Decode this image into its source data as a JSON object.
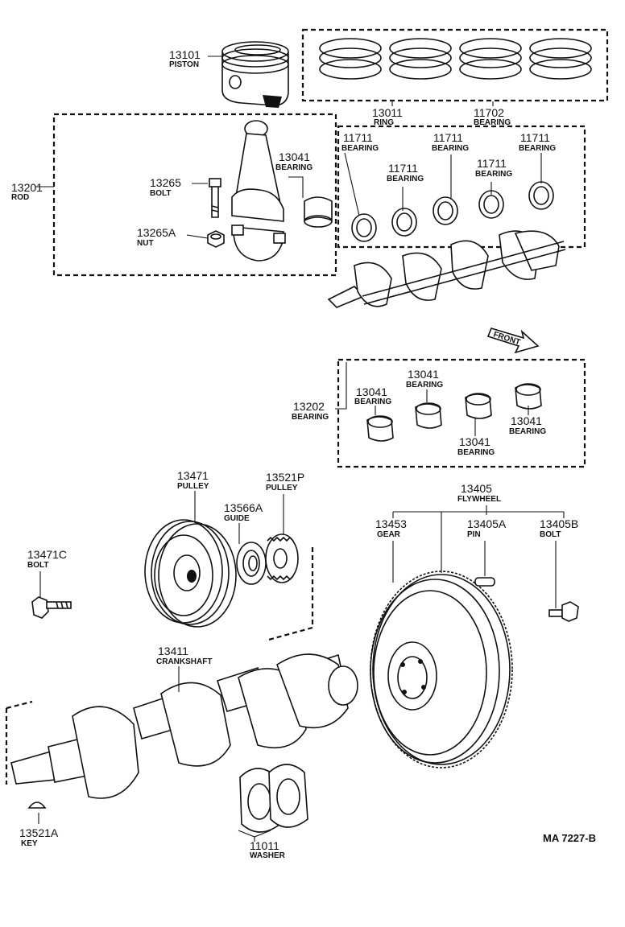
{
  "callouts": {
    "piston": {
      "number": "13101",
      "name": "PISTON"
    },
    "ring": {
      "number": "13011",
      "name": "RING"
    },
    "bearing_set": {
      "number": "11702",
      "name": "BEARING"
    },
    "rod": {
      "number": "13201",
      "name": "ROD"
    },
    "rod_bolt": {
      "number": "13265",
      "name": "BOLT"
    },
    "rod_nut": {
      "number": "13265A",
      "name": "NUT"
    },
    "rod_bearing": {
      "number": "13041",
      "name": "BEARING"
    },
    "main_b1": {
      "number": "11711",
      "name": "BEARING"
    },
    "main_b2": {
      "number": "11711",
      "name": "BEARING"
    },
    "main_b3": {
      "number": "11711",
      "name": "BEARING"
    },
    "main_b4": {
      "number": "11711",
      "name": "BEARING"
    },
    "main_b5": {
      "number": "11711",
      "name": "BEARING"
    },
    "front": {
      "name": "FRONT"
    },
    "bearing_kit": {
      "number": "13202",
      "name": "BEARING"
    },
    "kit_b1": {
      "number": "13041",
      "name": "BEARING"
    },
    "kit_b2": {
      "number": "13041",
      "name": "BEARING"
    },
    "kit_b3": {
      "number": "13041",
      "name": "BEARING"
    },
    "kit_b4": {
      "number": "13041",
      "name": "BEARING"
    },
    "pulley": {
      "number": "13471",
      "name": "PULLEY"
    },
    "pulley_p": {
      "number": "13521P",
      "name": "PULLEY"
    },
    "guide": {
      "number": "13566A",
      "name": "GUIDE"
    },
    "pulley_bolt": {
      "number": "13471C",
      "name": "BOLT"
    },
    "flywheel": {
      "number": "13405",
      "name": "FLYWHEEL"
    },
    "gear": {
      "number": "13453",
      "name": "GEAR"
    },
    "pin": {
      "number": "13405A",
      "name": "PIN"
    },
    "fly_bolt": {
      "number": "13405B",
      "name": "BOLT"
    },
    "crankshaft": {
      "number": "13411",
      "name": "CRANKSHAFT"
    },
    "key": {
      "number": "13521A",
      "name": "KEY"
    },
    "washer": {
      "number": "11011",
      "name": "WASHER"
    }
  },
  "diagram_code": "MA 7227-B"
}
